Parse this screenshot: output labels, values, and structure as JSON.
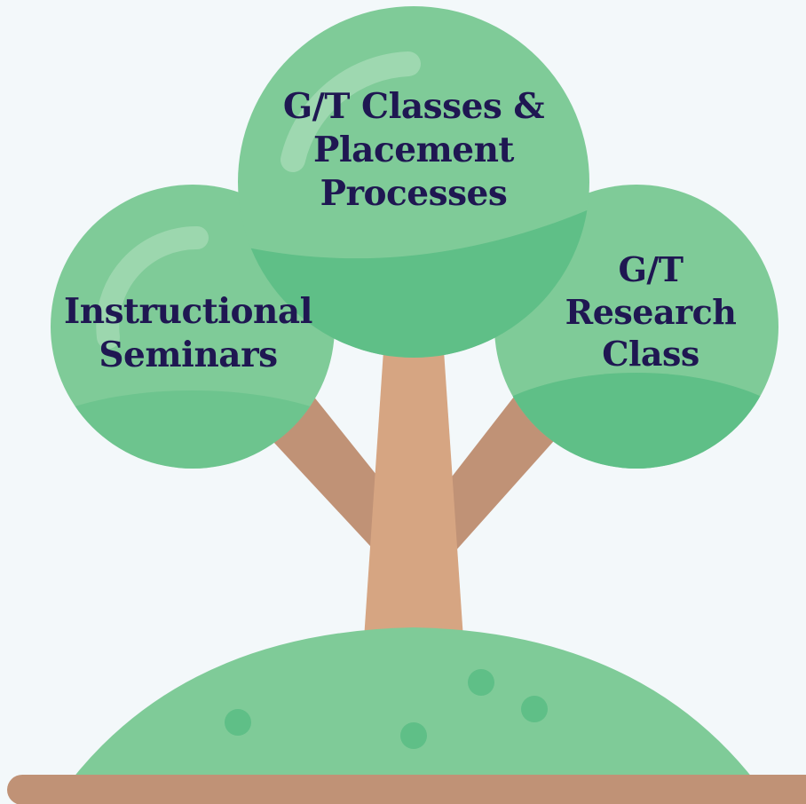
{
  "nodes": {
    "center": {
      "lines": [
        "G/T Classes &",
        "Placement",
        "Processes"
      ]
    },
    "left": {
      "lines": [
        "Instructional",
        "Seminars"
      ]
    },
    "right": {
      "lines": [
        "G/T",
        "Research",
        "Class"
      ]
    }
  },
  "colors": {
    "background": "#f3f8fa",
    "foliage": "#7fcb98",
    "foliage_shade": "#5fbf87",
    "trunk": "#d6a582",
    "branch": "#c09276",
    "ground": "#7fcb98",
    "dots": "#5fbf87",
    "base_bar": "#c09276",
    "text": "#1f1752"
  }
}
